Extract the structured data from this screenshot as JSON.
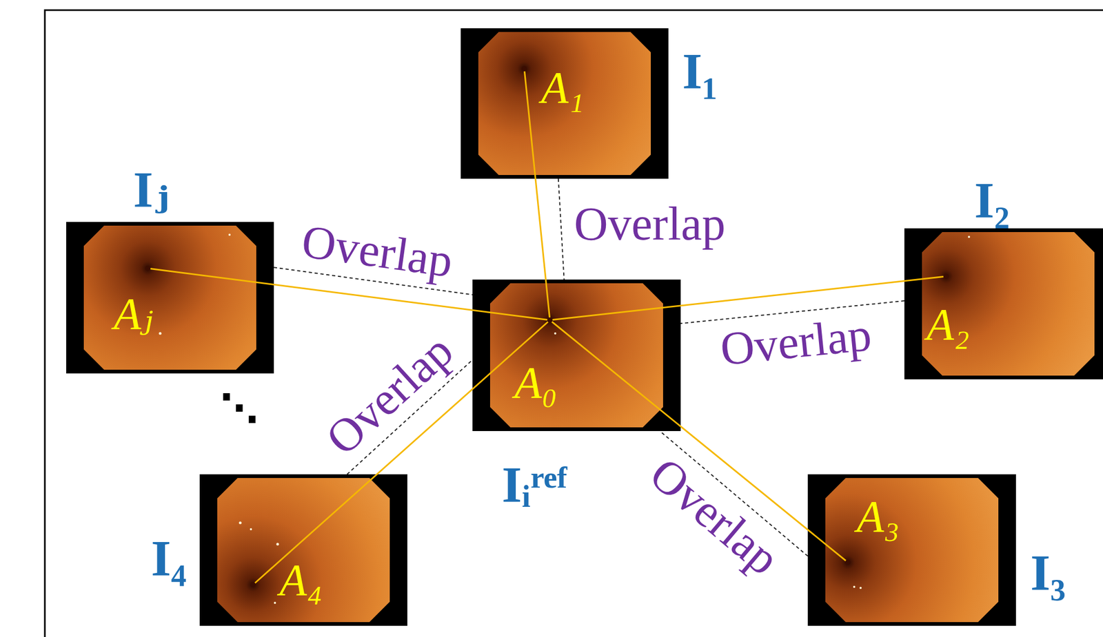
{
  "diagram": {
    "nodes": [
      {
        "text": [
          "A₁",
          "I₁"
        ]
      },
      {
        "text": [
          "Aⱼ",
          "Iⱼ"
        ]
      },
      {
        "text": [
          "A₂",
          "I₂"
        ]
      },
      {
        "text": [
          "A₀",
          "Iᵢʳᵉᶠ"
        ]
      },
      {
        "text": [
          "A₄",
          "I₄"
        ]
      },
      {
        "text": [
          "A₃",
          "I₃"
        ]
      }
    ],
    "edges": [
      {
        "from": 0,
        "to": 3,
        "arrow": "none",
        "label": "Overlap"
      },
      {
        "from": 1,
        "to": 3,
        "arrow": "none",
        "label": "Overlap"
      },
      {
        "from": 2,
        "to": 3,
        "arrow": "none",
        "label": "Overlap"
      },
      {
        "from": 4,
        "to": 3,
        "arrow": "none",
        "label": "Overlap"
      },
      {
        "from": 5,
        "to": 3,
        "arrow": "none",
        "label": "Overlap"
      }
    ],
    "labels": [
      "⋱"
    ]
  }
}
